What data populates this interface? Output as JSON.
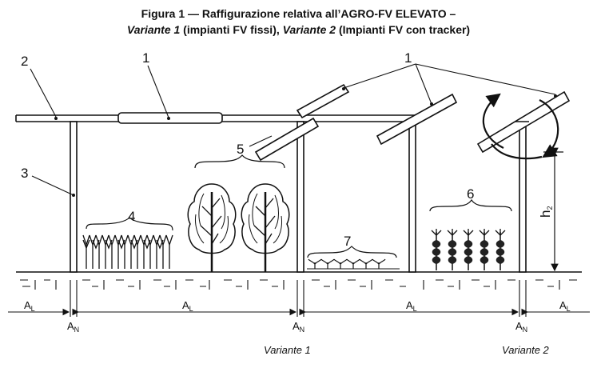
{
  "figure": {
    "title_line1": "Figura 1 — Raffigurazione relativa all’AGRO-FV ELEVATO –",
    "title_line2": {
      "v1": "Variante 1",
      "v1_desc": " (impianti FV fissi), ",
      "v2": "Variante 2",
      "v2_desc": " (Impianti FV con tracker)"
    }
  },
  "labels": {
    "n1": "1",
    "n1b": "1",
    "n2": "2",
    "n3": "3",
    "n4": "4",
    "n5": "5",
    "n6": "6",
    "n7": "7",
    "h2_main": "h",
    "h2_sub": "2"
  },
  "dimensions": {
    "al": "A",
    "al_sub": "L",
    "an": "A",
    "an_sub": "N"
  },
  "captions": {
    "variant1": "Variante 1",
    "variant2": "Variante 2"
  }
}
